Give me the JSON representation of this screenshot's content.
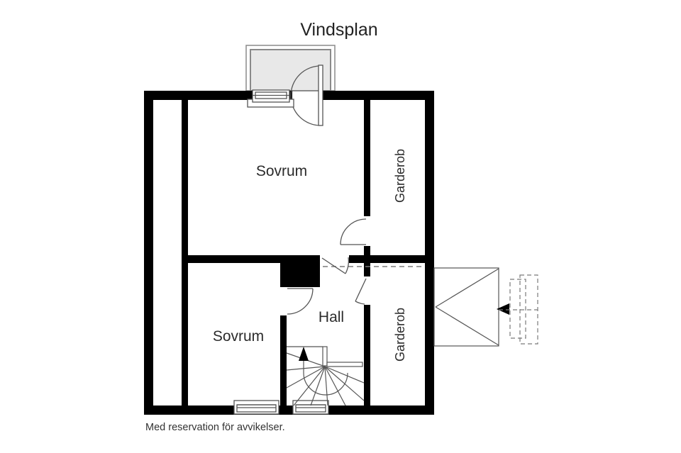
{
  "title": "Vindsplan",
  "footer": "Med reservation för avvikelser.",
  "rooms": {
    "sovrum_upper": {
      "label": "Sovrum"
    },
    "sovrum_lower": {
      "label": "Sovrum"
    },
    "hall": {
      "label": "Hall"
    },
    "garderob_upper": {
      "label": "Garderob"
    },
    "garderob_lower": {
      "label": "Garderob"
    }
  },
  "icons": {
    "stairs_direction_arrow": "arrow-up",
    "entrance_arrow": "arrow-left-filled"
  },
  "colors": {
    "wall": "#000000",
    "line": "#555555",
    "dashed_line": "#7a7a7a",
    "balcony_fill": "#e8e8e8",
    "balcony_border": "#8a8a8a",
    "text": "#2b2b2b",
    "footer_text": "#333333",
    "background": "#ffffff"
  }
}
